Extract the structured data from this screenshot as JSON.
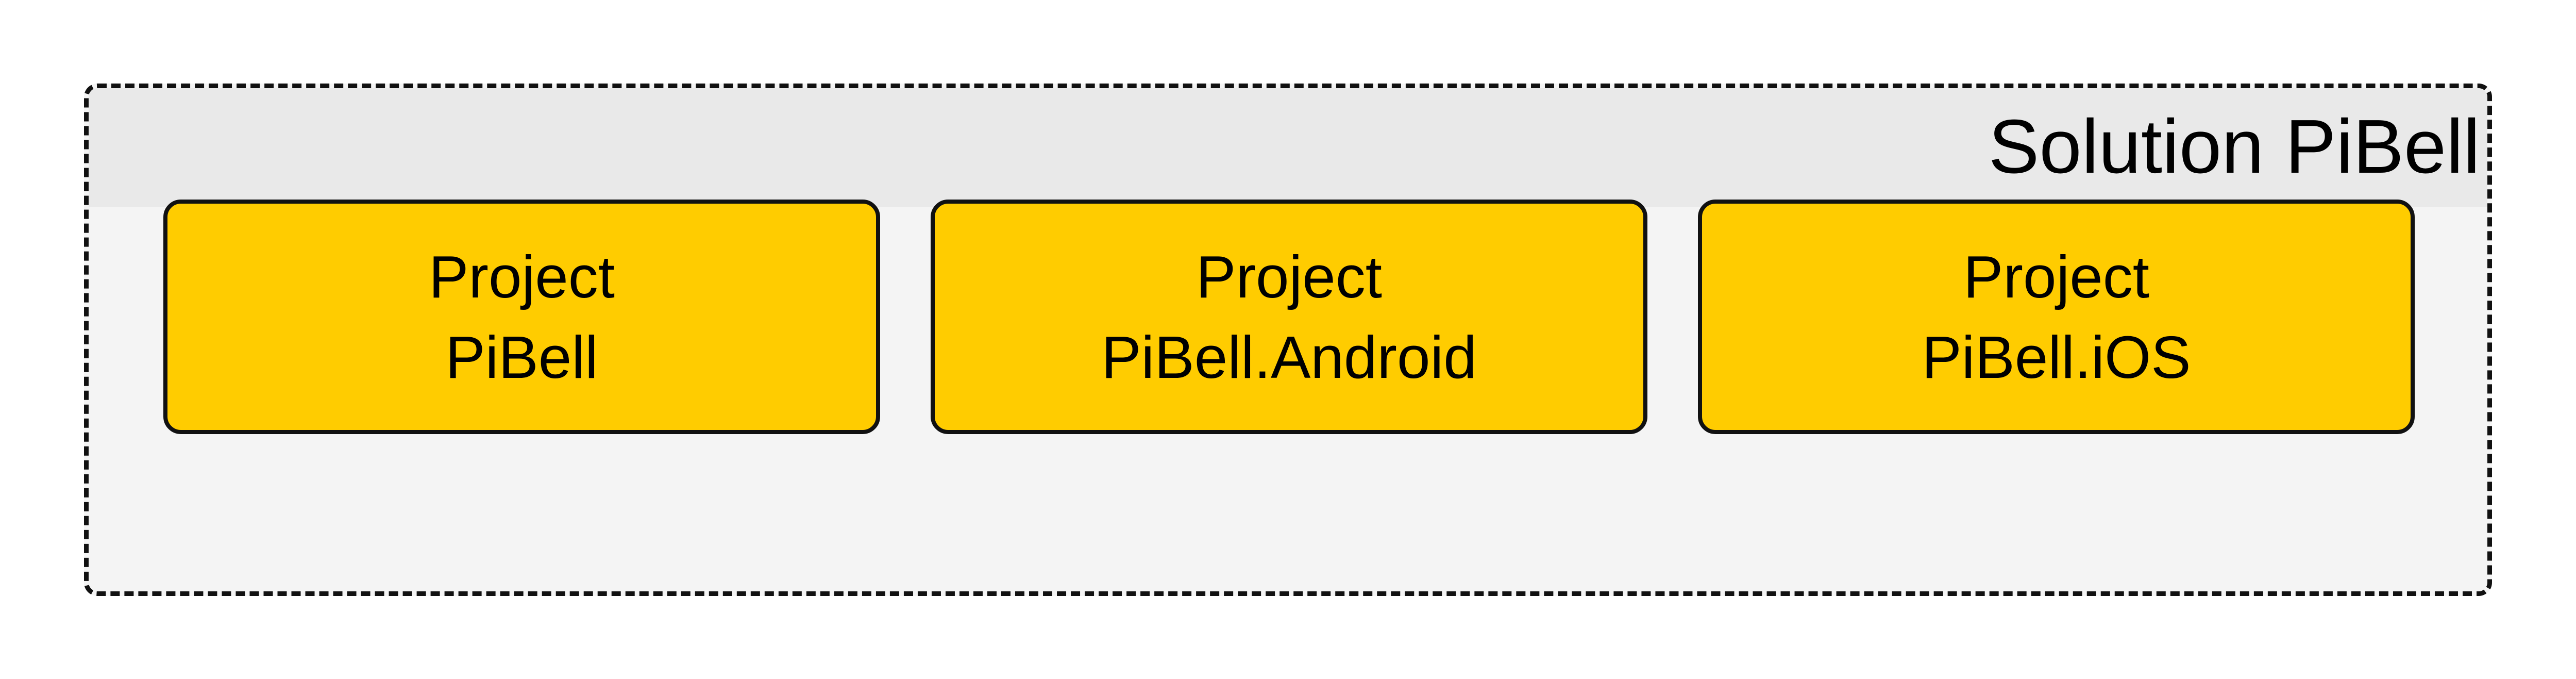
{
  "solution": {
    "title": "Solution PiBell",
    "colors": {
      "background": "#f4f4f4",
      "header": "#e9e9e9",
      "border": "#111111"
    }
  },
  "projects": [
    {
      "line1": "Project",
      "line2": "PiBell"
    },
    {
      "line1": "Project",
      "line2": "PiBell.Android"
    },
    {
      "line1": "Project",
      "line2": "PiBell.iOS"
    }
  ],
  "colors": {
    "project_fill": "#ffcc00"
  }
}
